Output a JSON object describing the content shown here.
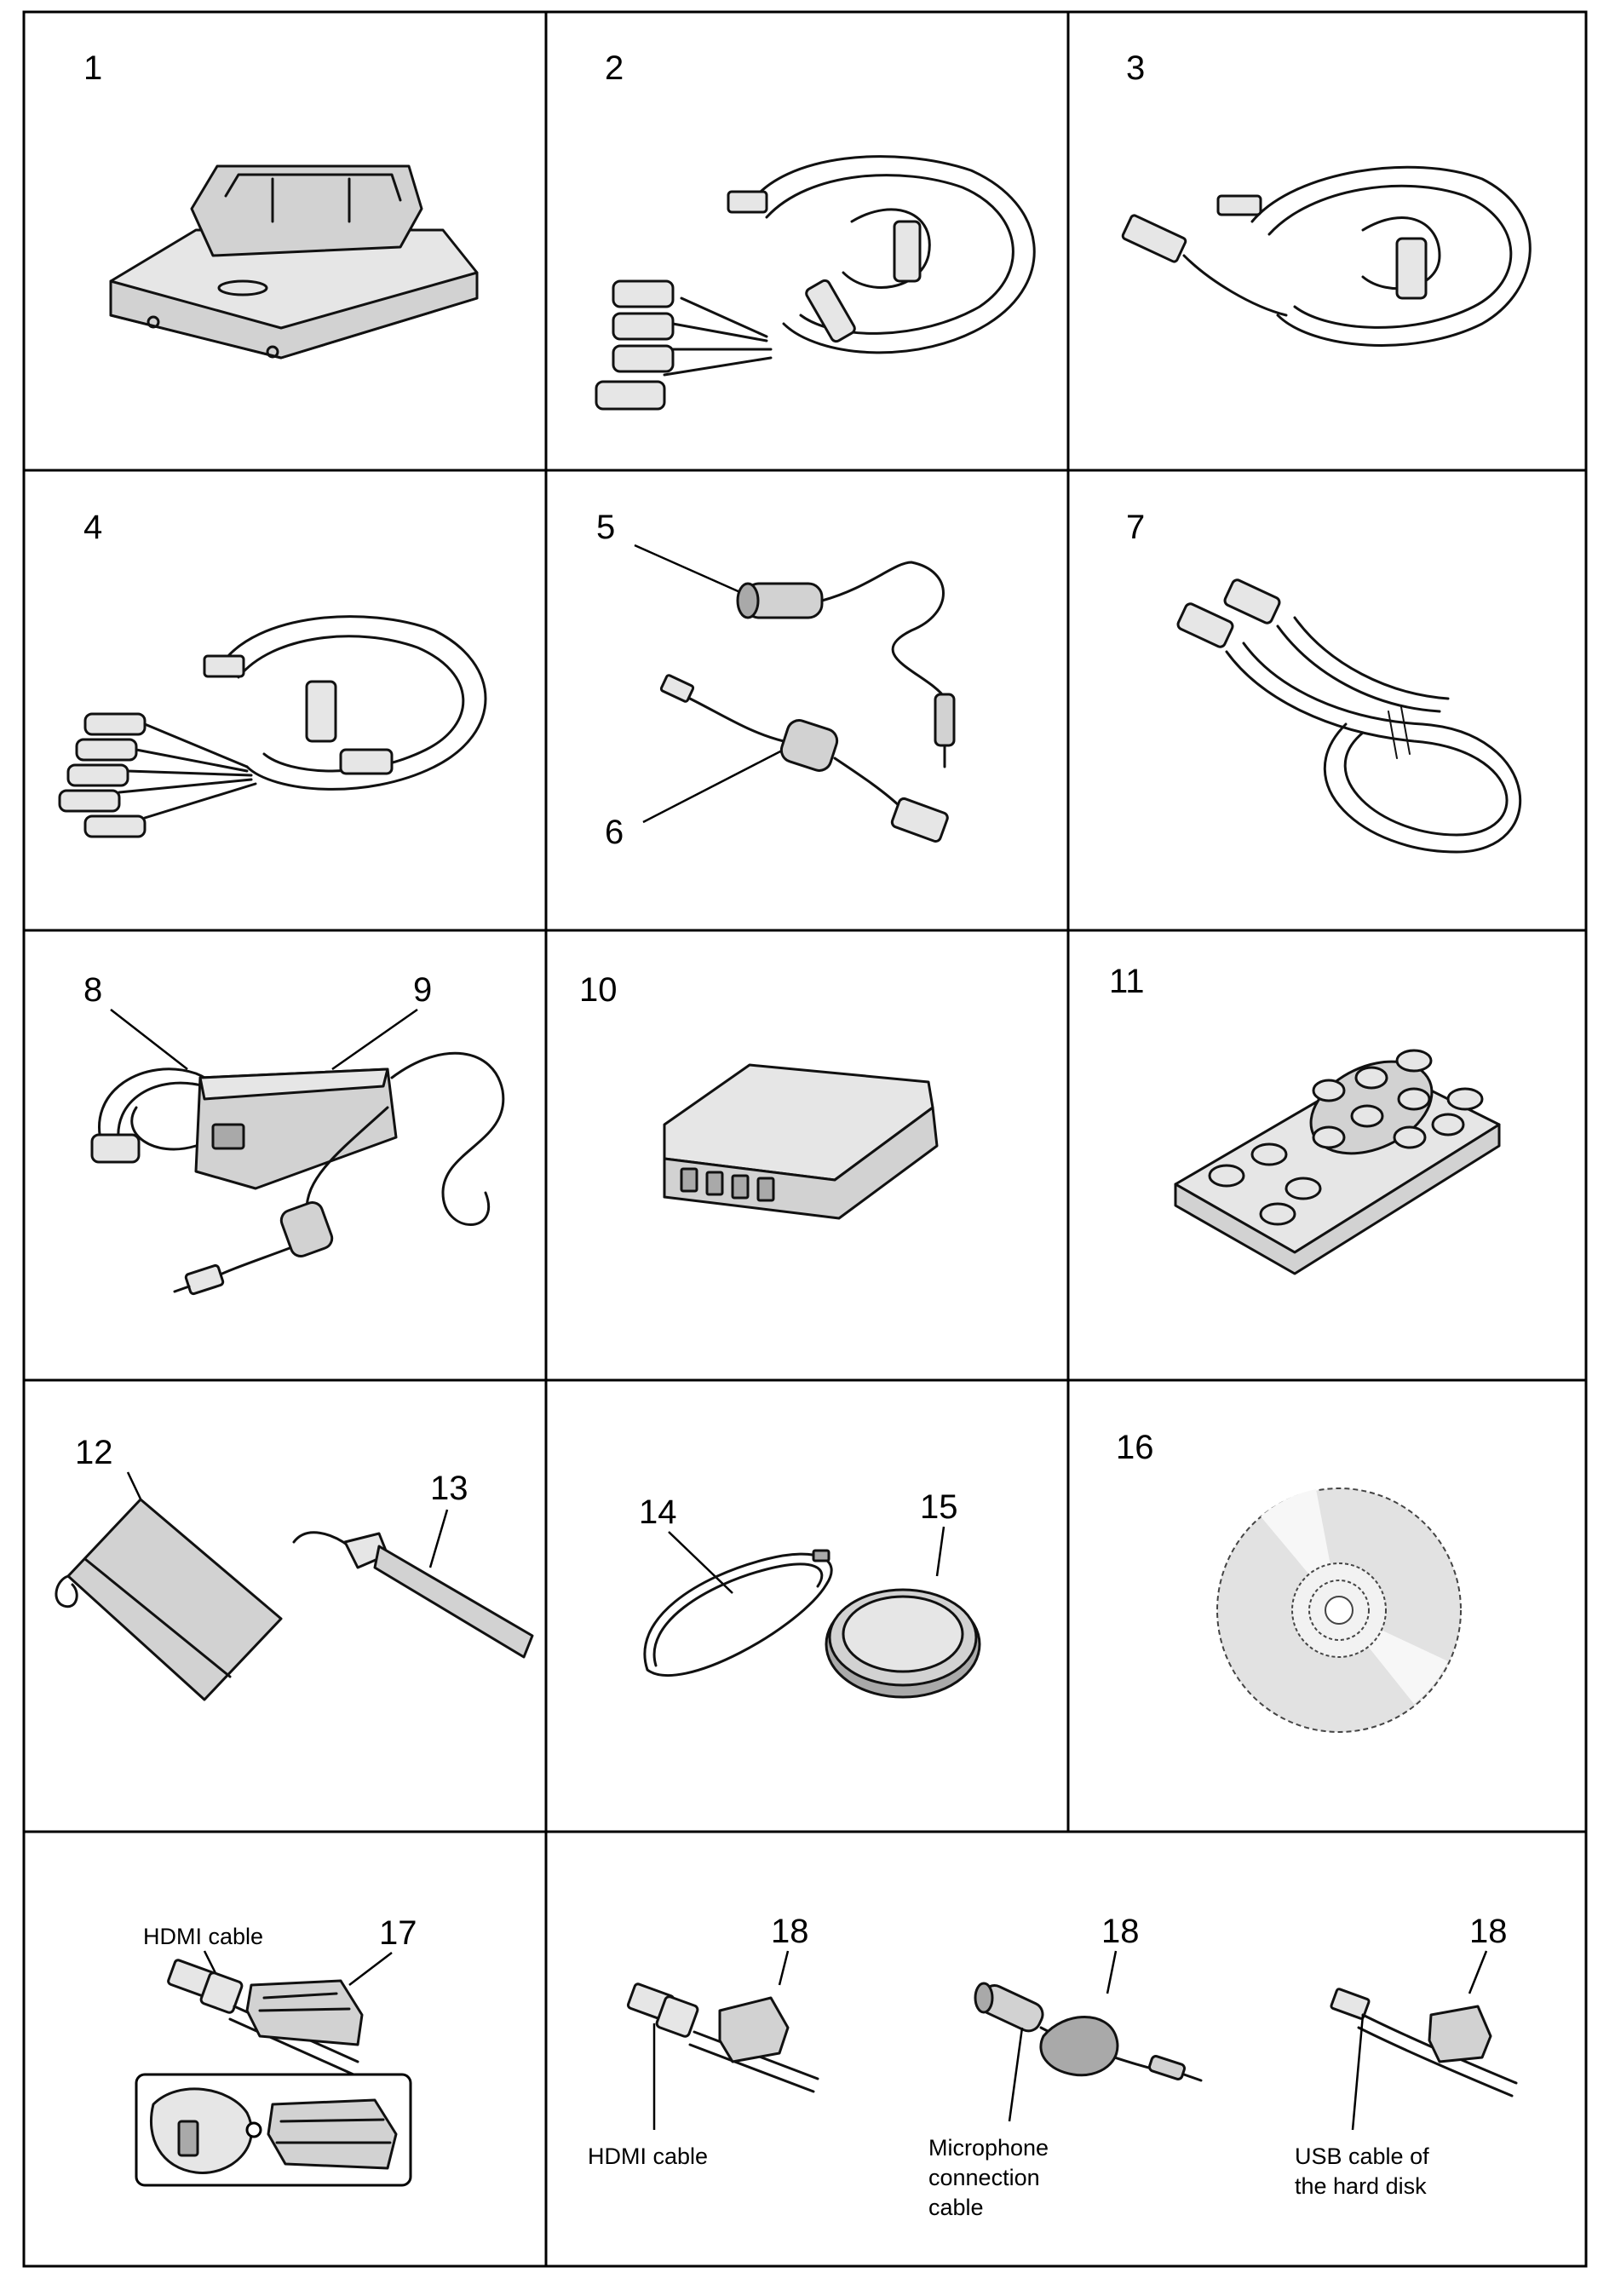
{
  "cells": [
    {
      "label": "1"
    },
    {
      "label": "2"
    },
    {
      "label": "3"
    },
    {
      "label": "4"
    },
    {
      "label": "5"
    },
    {
      "label": "6"
    },
    {
      "label": "7"
    },
    {
      "label": "8"
    },
    {
      "label": "9"
    },
    {
      "label": "10"
    },
    {
      "label": "11"
    },
    {
      "label": "12"
    },
    {
      "label": "13"
    },
    {
      "label": "14"
    },
    {
      "label": "15"
    },
    {
      "label": "16"
    },
    {
      "label": "17"
    },
    {
      "label": "18"
    }
  ],
  "captions": {
    "hdmi_17": "HDMI cable",
    "hdmi_18": "HDMI cable",
    "mic_line1": "Microphone",
    "mic_line2": "connection",
    "mic_line3": "cable",
    "usb_line1": "USB cable of",
    "usb_line2": "the hard disk"
  }
}
